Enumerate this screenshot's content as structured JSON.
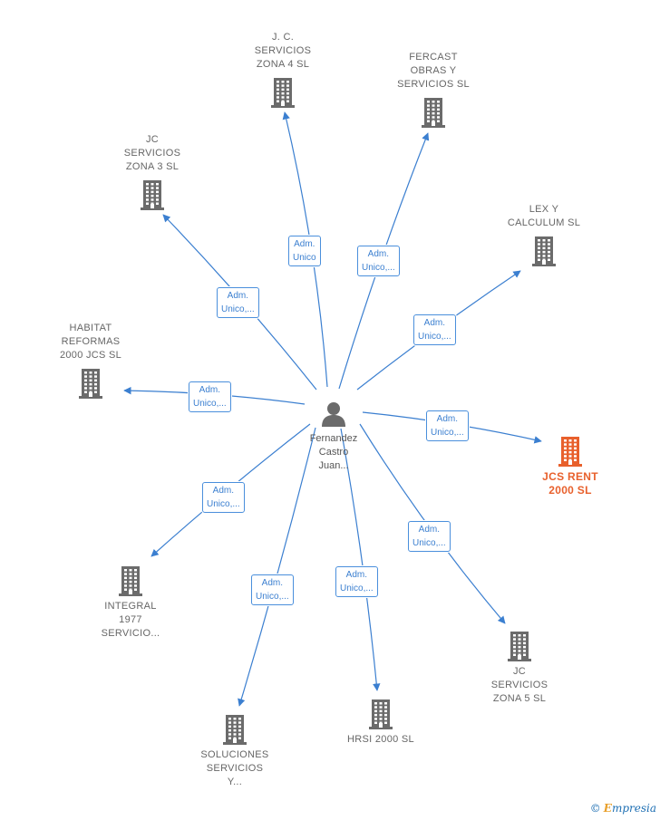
{
  "center": {
    "name": "Fernandez\nCastro\nJuan...",
    "icon": "person-icon"
  },
  "companies": [
    {
      "id": "jc-zona4",
      "name": "J.  C.\nSERVICIOS\nZONA 4 SL",
      "icon": "building-icon",
      "highlight": false
    },
    {
      "id": "fercast",
      "name": "FERCAST\nOBRAS Y\nSERVICIOS  SL",
      "icon": "building-icon",
      "highlight": false
    },
    {
      "id": "jc-zona3",
      "name": "JC\nSERVICIOS\nZONA 3  SL",
      "icon": "building-icon",
      "highlight": false
    },
    {
      "id": "lex-y-calculum",
      "name": "LEX Y\nCALCULUM SL",
      "icon": "building-icon",
      "highlight": false
    },
    {
      "id": "habitat",
      "name": "HABITAT\nREFORMAS\n2000 JCS  SL",
      "icon": "building-icon",
      "highlight": false
    },
    {
      "id": "jcs-rent",
      "name": "JCS RENT\n2000  SL",
      "icon": "building-icon",
      "highlight": true
    },
    {
      "id": "integral",
      "name": "INTEGRAL\n1977\nSERVICIO...",
      "icon": "building-icon",
      "highlight": false
    },
    {
      "id": "jc-zona5",
      "name": "JC\nSERVICIOS\nZONA 5  SL",
      "icon": "building-icon",
      "highlight": false
    },
    {
      "id": "soluciones",
      "name": "SOLUCIONES\nSERVICIOS\nY...",
      "icon": "building-icon",
      "highlight": false
    },
    {
      "id": "hrsi",
      "name": "HRSI 2000  SL",
      "icon": "building-icon",
      "highlight": false
    }
  ],
  "relations": [
    {
      "target": "jc-zona4",
      "label": "Adm.\nUnico"
    },
    {
      "target": "fercast",
      "label": "Adm.\nUnico,..."
    },
    {
      "target": "jc-zona3",
      "label": "Adm.\nUnico,..."
    },
    {
      "target": "lex-y-calculum",
      "label": "Adm.\nUnico,..."
    },
    {
      "target": "habitat",
      "label": "Adm.\nUnico,..."
    },
    {
      "target": "jcs-rent",
      "label": "Adm.\nUnico,..."
    },
    {
      "target": "integral",
      "label": "Adm.\nUnico,..."
    },
    {
      "target": "jc-zona5",
      "label": "Adm.\nUnico,..."
    },
    {
      "target": "soluciones",
      "label": "Adm.\nUnico,..."
    },
    {
      "target": "hrsi",
      "label": "Adm.\nUnico,..."
    }
  ],
  "colors": {
    "edge": "#3b7fd0",
    "building": "#6b6b6b",
    "building_highlight": "#e8602c",
    "person": "#6b6b6b"
  },
  "brand": {
    "copyright": "©",
    "name": "mpresia",
    "initial": "E"
  }
}
